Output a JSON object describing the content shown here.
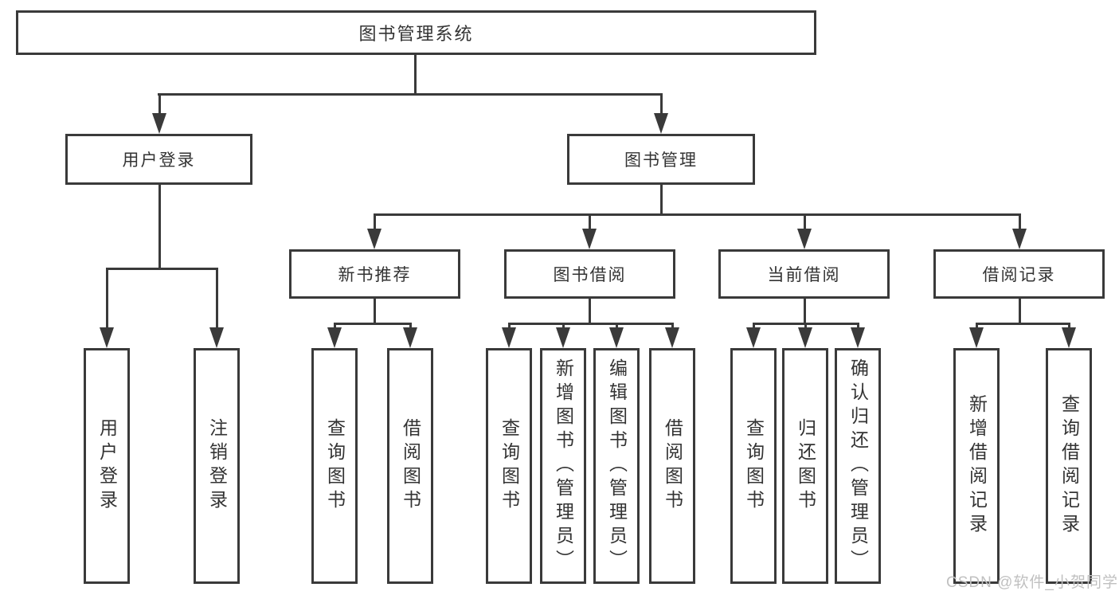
{
  "colors": {
    "line": "#3a3a3a",
    "text": "#333333",
    "watermark": "#c0c0c0"
  },
  "diagram": {
    "root_label": "图书管理系统",
    "branches": [
      {
        "label": "用户登录",
        "children": [
          {
            "label": "用户登录"
          },
          {
            "label": "注销登录"
          }
        ]
      },
      {
        "label": "图书管理",
        "children": [
          {
            "label": "新书推荐",
            "children": [
              {
                "label": "查询图书"
              },
              {
                "label": "借阅图书"
              }
            ]
          },
          {
            "label": "图书借阅",
            "children": [
              {
                "label": "查询图书"
              },
              {
                "label": "新增图书（管理员）"
              },
              {
                "label": "编辑图书（管理员）"
              },
              {
                "label": "借阅图书"
              }
            ]
          },
          {
            "label": "当前借阅",
            "children": [
              {
                "label": "查询图书"
              },
              {
                "label": "归还图书"
              },
              {
                "label": "确认归还（管理员）"
              }
            ]
          },
          {
            "label": "借阅记录",
            "children": [
              {
                "label": "新增借阅记录"
              },
              {
                "label": "查询借阅记录"
              }
            ]
          }
        ]
      }
    ],
    "watermark": "CSDN @软件_小贺同学"
  }
}
